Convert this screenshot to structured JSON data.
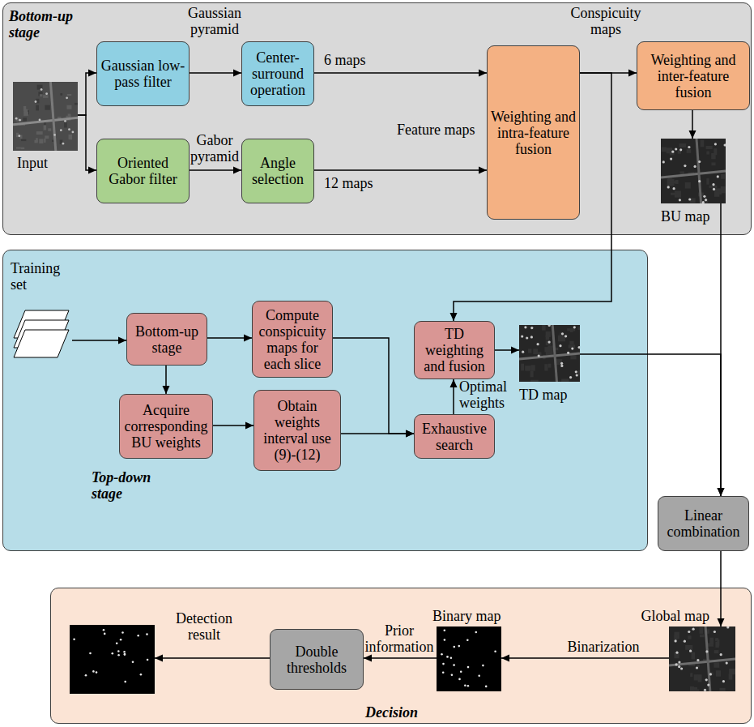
{
  "diagram": {
    "nodes": [
      {
        "text": [
          "Bottom-up stage"
        ]
      },
      {
        "text": [
          "Input"
        ],
        "in": 0
      },
      {
        "text": [
          "Gaussian low-pass filter"
        ],
        "in": 0
      },
      {
        "text": [
          "Center-surround operation"
        ],
        "in": 0
      },
      {
        "text": [
          "Oriented Gabor filter"
        ],
        "in": 0
      },
      {
        "text": [
          "Angle selection"
        ],
        "in": 0
      },
      {
        "text": [
          "Weighting and intra-feature fusion"
        ],
        "in": 0
      },
      {
        "text": [
          "Weighting and inter-feature fusion"
        ],
        "in": 0
      },
      {
        "text": [
          "BU map"
        ],
        "in": 0
      },
      {
        "text": [
          "Top-down stage"
        ]
      },
      {
        "text": [
          "Training set"
        ],
        "in": 9
      },
      {
        "text": [
          "Bottom-up stage"
        ],
        "in": 9
      },
      {
        "text": [
          "Compute conspicuity maps for each slice"
        ],
        "in": 9
      },
      {
        "text": [
          "TD weighting and fusion"
        ],
        "in": 9
      },
      {
        "text": [
          "TD map"
        ],
        "in": 9
      },
      {
        "text": [
          "Acquire corresponding BU weights"
        ],
        "in": 9
      },
      {
        "text": [
          "Obtain weights interval use (9)-(12)"
        ],
        "in": 9
      },
      {
        "text": [
          "Exhaustive search"
        ],
        "in": 9
      },
      {
        "text": [
          "Linear combination"
        ]
      },
      {
        "text": [
          "Decision"
        ]
      },
      {
        "text": [
          "Detection result"
        ],
        "in": 19
      },
      {
        "text": [
          "Double thresholds"
        ],
        "in": 19
      },
      {
        "text": [
          "Binary map"
        ],
        "in": 19
      },
      {
        "text": [
          "Global map"
        ],
        "in": 19
      }
    ],
    "edges": [
      {
        "from": 1,
        "to": 2,
        "arrow": "to"
      },
      {
        "from": 1,
        "to": 4,
        "arrow": "to"
      },
      {
        "from": 2,
        "to": 3,
        "label": "Gaussian pyramid",
        "arrow": "to"
      },
      {
        "from": 4,
        "to": 5,
        "label": "Gabor pyramid",
        "arrow": "to"
      },
      {
        "from": 3,
        "to": 6,
        "label": "6 maps",
        "arrow": "to"
      },
      {
        "from": 5,
        "to": 6,
        "label": "12 maps",
        "arrow": "to"
      },
      {
        "from": 6,
        "to": 7,
        "label": "Conspicuity maps",
        "arrow": "to"
      },
      {
        "from": 7,
        "to": 8,
        "arrow": "to"
      },
      {
        "from": 6,
        "to": 13,
        "arrow": "to"
      },
      {
        "from": 10,
        "to": 11,
        "arrow": "to"
      },
      {
        "from": 11,
        "to": 12,
        "arrow": "to"
      },
      {
        "from": 11,
        "to": 15,
        "arrow": "to"
      },
      {
        "from": 15,
        "to": 16,
        "arrow": "to"
      },
      {
        "from": 16,
        "to": 17,
        "arrow": "to"
      },
      {
        "from": 12,
        "to": 17,
        "arrow": "to"
      },
      {
        "from": 17,
        "to": 13,
        "label": "Optimal weights",
        "arrow": "to"
      },
      {
        "from": 13,
        "to": 14,
        "arrow": "to"
      },
      {
        "from": 8,
        "to": 18,
        "arrow": "to"
      },
      {
        "from": 14,
        "to": 18,
        "arrow": "to"
      },
      {
        "from": 18,
        "to": 23,
        "arrow": "to"
      },
      {
        "from": 23,
        "to": 22,
        "label": "Binarization",
        "arrow": "to"
      },
      {
        "from": 22,
        "to": 21,
        "label": "Prior information",
        "arrow": "to"
      },
      {
        "from": 21,
        "to": 20,
        "arrow": "to"
      }
    ],
    "labels": [
      "Feature maps"
    ]
  }
}
